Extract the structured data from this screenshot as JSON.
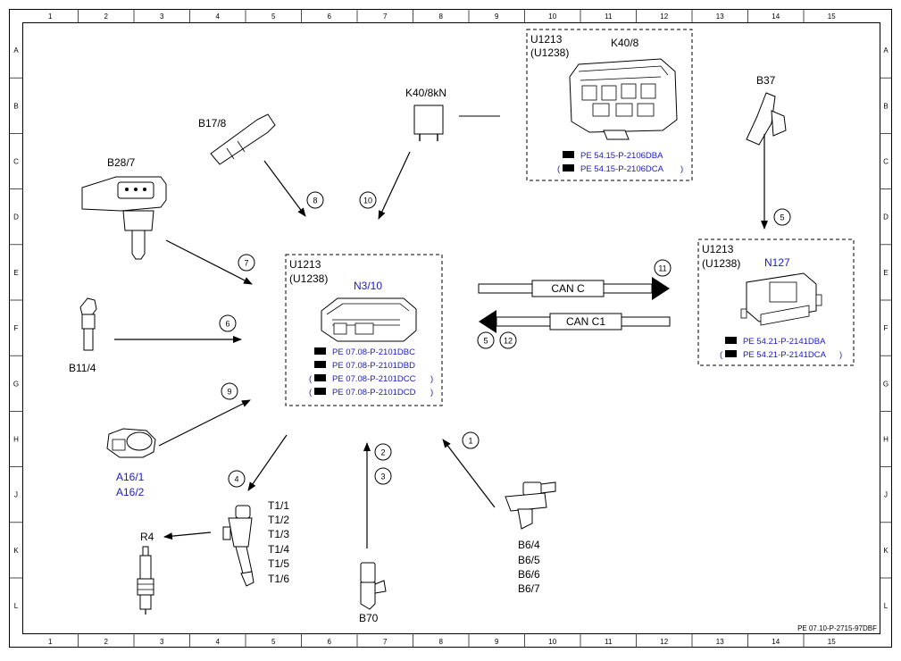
{
  "grid": {
    "columns": [
      "1",
      "2",
      "3",
      "4",
      "5",
      "6",
      "7",
      "8",
      "9",
      "10",
      "11",
      "12",
      "13",
      "14",
      "15"
    ],
    "rows": [
      "A",
      "B",
      "C",
      "D",
      "E",
      "F",
      "G",
      "H",
      "J",
      "K",
      "L"
    ]
  },
  "footer_code": "PE 07.10-P-2715-97DBF",
  "components": {
    "n3_10": {
      "line1": "U1213",
      "line2": "(U1238)",
      "name": "N3/10",
      "refs": [
        "PE 07.08-P-2101DBC",
        "PE 07.08-P-2101DBD",
        "PE 07.08-P-2101DCC",
        "PE 07.08-P-2101DCD"
      ]
    },
    "k40_8": {
      "line1": "U1213",
      "line2": "(U1238)",
      "name": "K40/8",
      "refs": [
        "PE 54.15-P-2106DBA",
        "PE 54.15-P-2106DCA"
      ]
    },
    "n127": {
      "line1": "U1213",
      "line2": "(U1238)",
      "name": "N127",
      "refs": [
        "PE 54.21-P-2141DBA",
        "PE 54.21-P-2141DCA"
      ]
    },
    "k40_8kn": "K40/8kN",
    "b37": "B37",
    "b17_8": "B17/8",
    "b28_7": "B28/7",
    "b11_4": "B11/4",
    "a16": [
      "A16/1",
      "A16/2"
    ],
    "r4": "R4",
    "t1": [
      "T1/1",
      "T1/2",
      "T1/3",
      "T1/4",
      "T1/5",
      "T1/6"
    ],
    "b70": "B70",
    "b6": [
      "B6/4",
      "B6/5",
      "B6/6",
      "B6/7"
    ]
  },
  "bus": {
    "can_c": "CAN C",
    "can_c1": "CAN C1"
  },
  "circles": [
    "1",
    "2",
    "3",
    "4",
    "5",
    "6",
    "7",
    "8",
    "9",
    "10",
    "11",
    "5",
    "12"
  ]
}
